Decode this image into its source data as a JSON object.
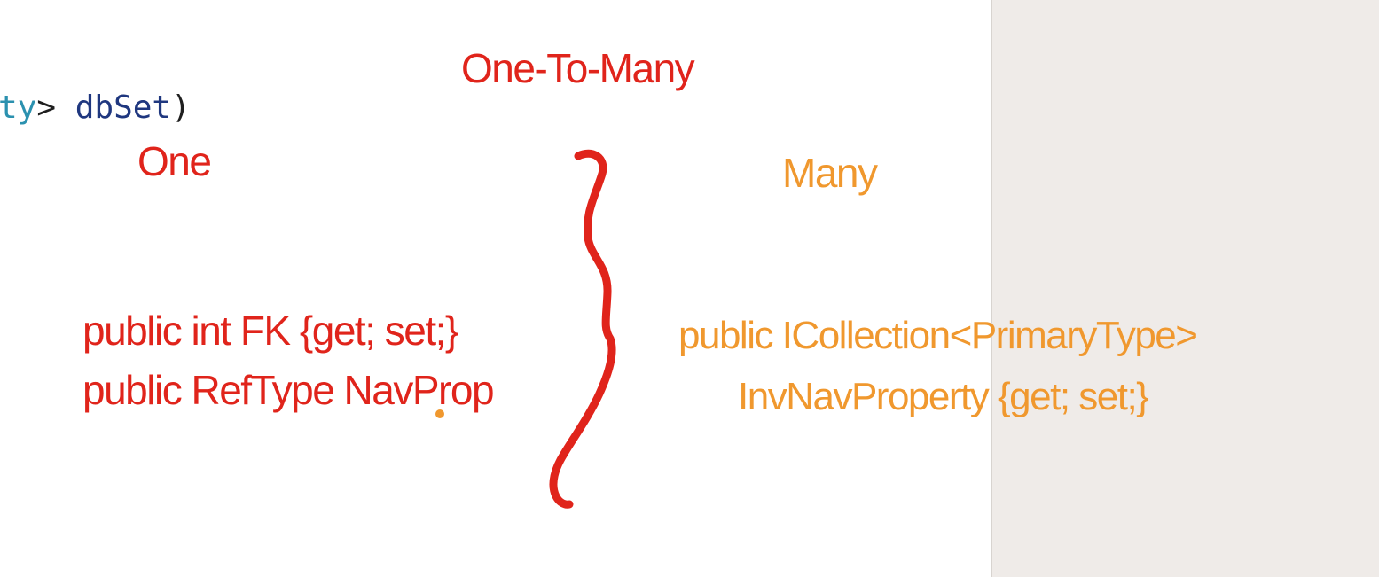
{
  "code": {
    "type_fragment": "ty",
    "punct_gt": ">",
    "identifier": "dbSet",
    "paren": ")"
  },
  "annotations": {
    "title": "One-To-Many",
    "one_label": "One",
    "many_label": "Many",
    "one_side": {
      "line1": "public int FK {get; set;}",
      "line2": "public RefType NavProp"
    },
    "many_side": {
      "line1": "public ICollection<PrimaryType>",
      "line2": "InvNavProperty {get; set;}"
    }
  },
  "colors": {
    "red_ink": "#e0241b",
    "orange_ink": "#f0982e",
    "side_pane_bg": "#efebe8",
    "code_type": "#2b91af",
    "code_identifier": "#1f377f"
  }
}
